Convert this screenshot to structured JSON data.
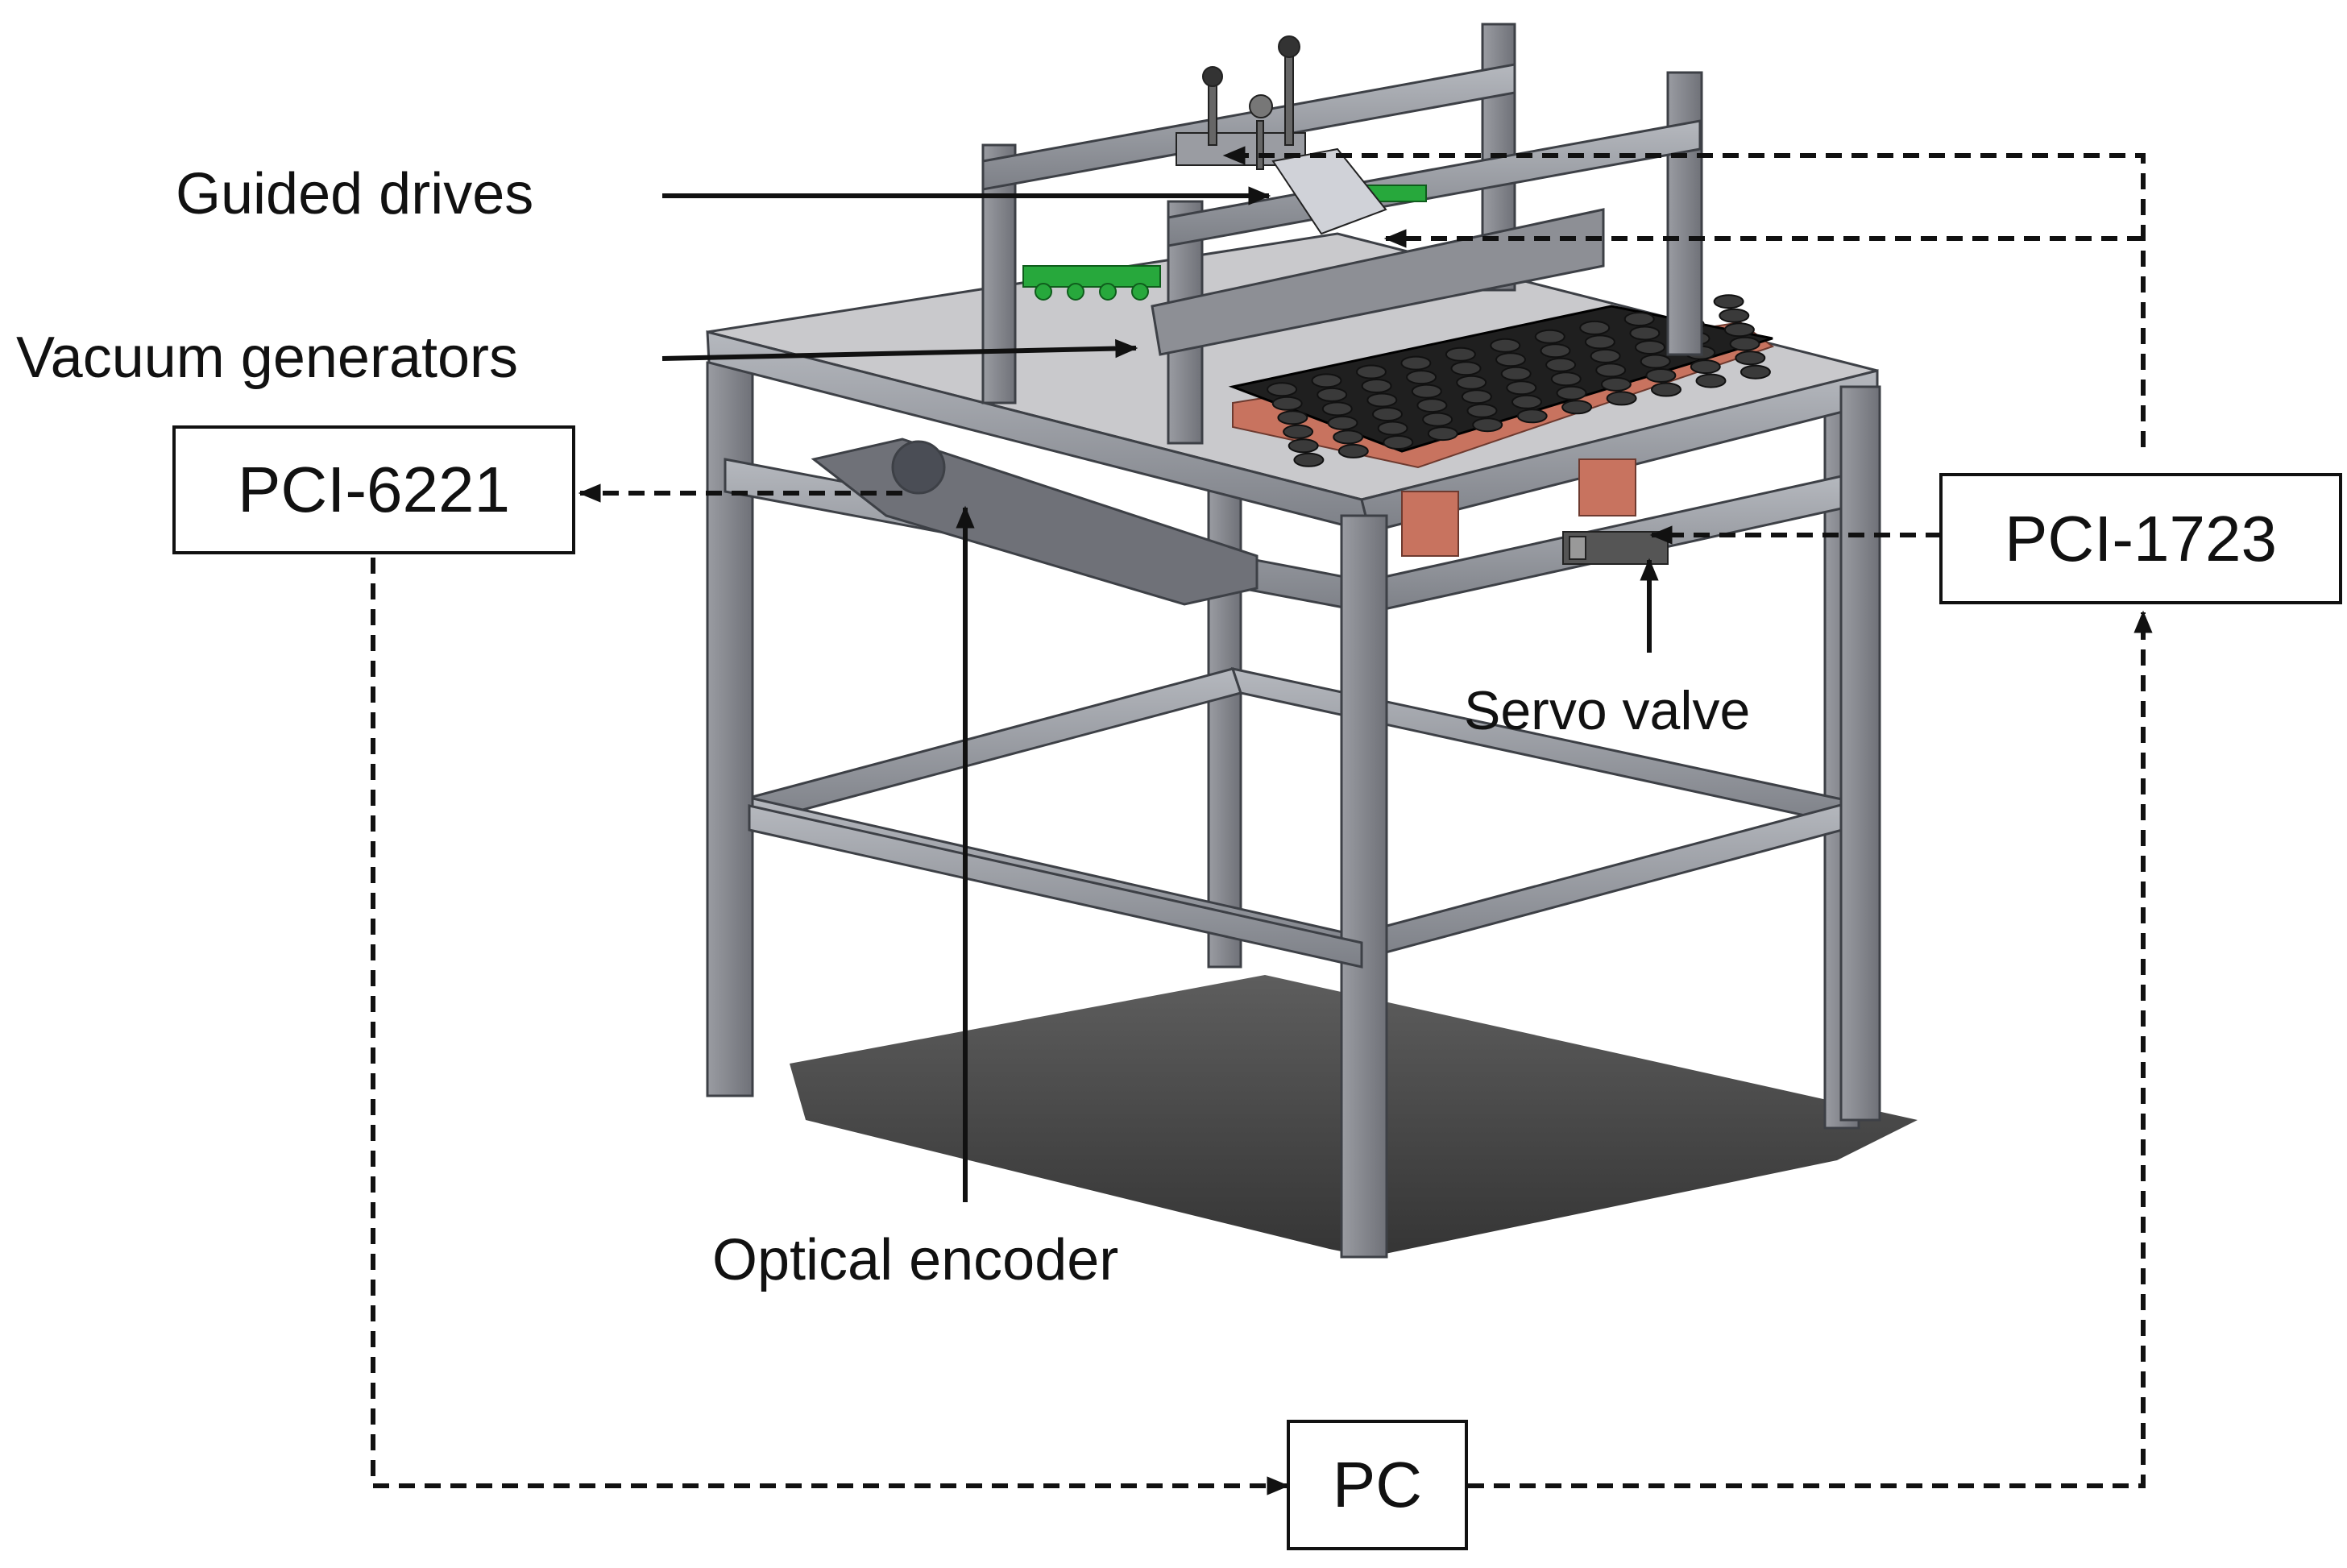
{
  "labels": {
    "guided_drives": "Guided drives",
    "vacuum_generators": "Vacuum generators",
    "servo_valve": "Servo valve",
    "optical_encoder": "Optical encoder"
  },
  "boxes": {
    "pci6221": "PCI-6221",
    "pci1723": "PCI-1723",
    "pc": "PC"
  },
  "colors": {
    "frame": "#8a8d94",
    "frame_dark": "#4a4d55",
    "tray": "#222222",
    "pad": "#c8735f",
    "vacuum": "#27a83c",
    "line": "#111111"
  }
}
